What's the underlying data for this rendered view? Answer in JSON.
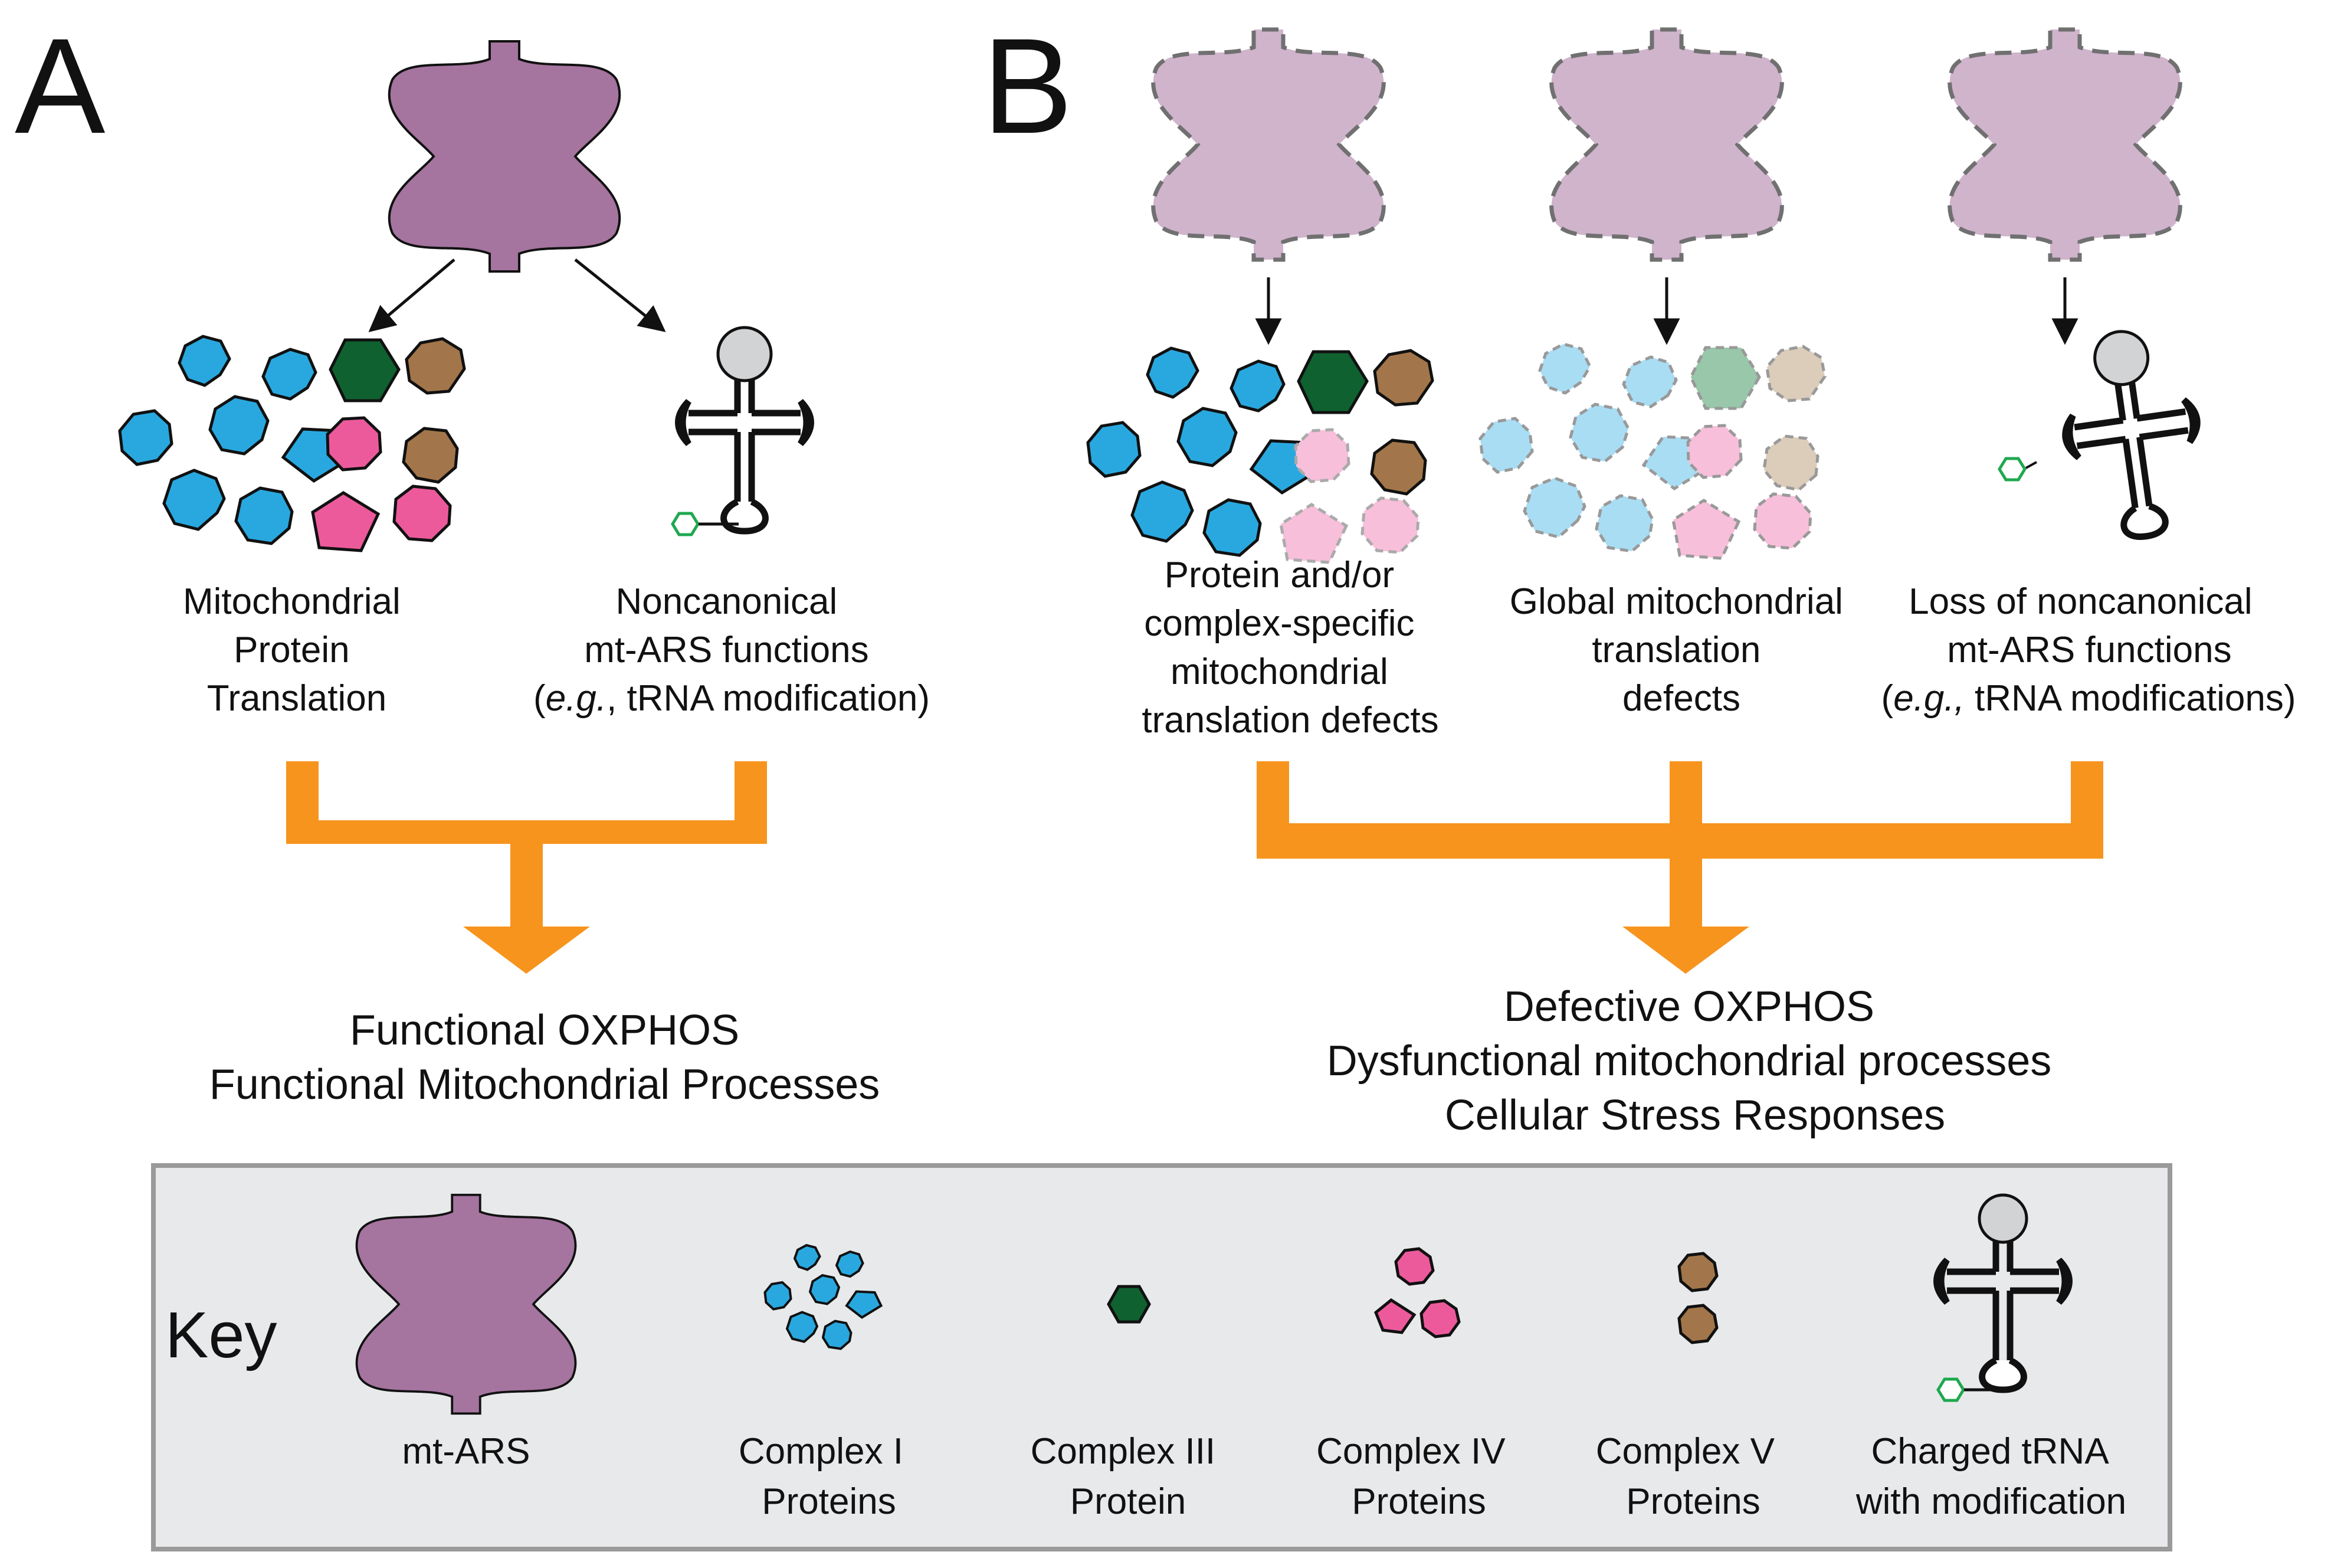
{
  "panels": {
    "a": {
      "letter": "A",
      "branches": [
        {
          "label_lines": [
            "Mitochondrial",
            "Protein",
            "Translation"
          ]
        },
        {
          "label_lines": [
            "Noncanonical",
            "mt-ARS functions"
          ],
          "label_italic": "e.g.",
          "label_rest": ", tRNA modification)"
        }
      ],
      "outcome_lines": [
        "Functional OXPHOS",
        "Functional Mitochondrial Processes"
      ]
    },
    "b": {
      "letter": "B",
      "branches": [
        {
          "label_lines": [
            "Protein and/or",
            "complex-specific",
            "mitochondrial",
            "translation defects"
          ]
        },
        {
          "label_lines": [
            "Global mitochondrial",
            "translation",
            "defects"
          ]
        },
        {
          "label_lines": [
            "Loss of noncanonical",
            "mt-ARS functions"
          ],
          "label_italic": "e.g.,",
          "label_rest": " tRNA modifications)"
        }
      ],
      "outcome_lines": [
        "Defective OXPHOS",
        "Dysfunctional mitochondrial processes",
        "Cellular Stress Responses"
      ]
    }
  },
  "key": {
    "title": "Key",
    "items": [
      {
        "name": "mt-ARS",
        "label_lines": [
          "mt-ARS"
        ]
      },
      {
        "name": "complex-i",
        "label_lines": [
          "Complex I",
          "Proteins"
        ]
      },
      {
        "name": "complex-iii",
        "label_lines": [
          "Complex III",
          "Protein"
        ]
      },
      {
        "name": "complex-iv",
        "label_lines": [
          "Complex IV",
          "Proteins"
        ]
      },
      {
        "name": "complex-v",
        "label_lines": [
          "Complex V",
          "Proteins"
        ]
      },
      {
        "name": "charged-trna",
        "label_lines": [
          "Charged tRNA",
          "with modification"
        ]
      }
    ]
  },
  "colors": {
    "mt_ars": "#A5749F",
    "mt_ars_faded": "#CFB4CC",
    "complex_i": "#29A8E0",
    "complex_iii": "#0F6130",
    "complex_iv": "#EC5A9C",
    "complex_v": "#A2764A",
    "orange": "#F7941D",
    "key_bg": "#E8E9EB",
    "key_border": "#9A9A9A",
    "trna_ball": "#D2D3D4",
    "modification": "#1FA84F"
  }
}
